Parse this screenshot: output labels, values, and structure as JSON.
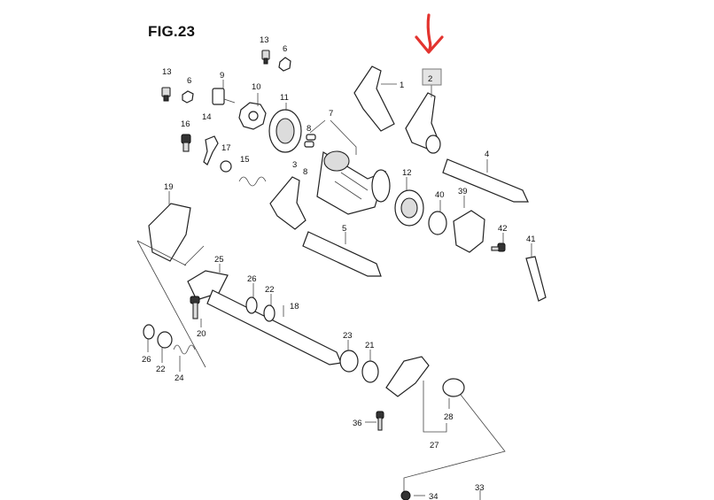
{
  "figure": {
    "title": "FIG.23",
    "highlighted_part": "2",
    "highlight_arrow_color": "#e3342f",
    "highlight_box_color": "#e4e4e4"
  },
  "callouts": [
    {
      "id": "c13a",
      "label": "13"
    },
    {
      "id": "c6a",
      "label": "6"
    },
    {
      "id": "c13b",
      "label": "13"
    },
    {
      "id": "c6b",
      "label": "6"
    },
    {
      "id": "c9",
      "label": "9"
    },
    {
      "id": "c10",
      "label": "10"
    },
    {
      "id": "c11",
      "label": "11"
    },
    {
      "id": "c7",
      "label": "7"
    },
    {
      "id": "c1",
      "label": "1"
    },
    {
      "id": "c2",
      "label": "2"
    },
    {
      "id": "c16",
      "label": "16"
    },
    {
      "id": "c14",
      "label": "14"
    },
    {
      "id": "c17",
      "label": "17"
    },
    {
      "id": "c15",
      "label": "15"
    },
    {
      "id": "c8a",
      "label": "8"
    },
    {
      "id": "c8b",
      "label": "8"
    },
    {
      "id": "c3",
      "label": "3"
    },
    {
      "id": "c4",
      "label": "4"
    },
    {
      "id": "c12",
      "label": "12"
    },
    {
      "id": "c40",
      "label": "40"
    },
    {
      "id": "c39",
      "label": "39"
    },
    {
      "id": "c19",
      "label": "19"
    },
    {
      "id": "c5",
      "label": "5"
    },
    {
      "id": "c42",
      "label": "42"
    },
    {
      "id": "c41",
      "label": "41"
    },
    {
      "id": "c25",
      "label": "25"
    },
    {
      "id": "c26a",
      "label": "26"
    },
    {
      "id": "c22a",
      "label": "22"
    },
    {
      "id": "c18",
      "label": "18"
    },
    {
      "id": "c20",
      "label": "20"
    },
    {
      "id": "c23",
      "label": "23"
    },
    {
      "id": "c21",
      "label": "21"
    },
    {
      "id": "c26b",
      "label": "26"
    },
    {
      "id": "c22b",
      "label": "22"
    },
    {
      "id": "c24",
      "label": "24"
    },
    {
      "id": "c36",
      "label": "36"
    },
    {
      "id": "c28",
      "label": "28"
    },
    {
      "id": "c27",
      "label": "27"
    },
    {
      "id": "c34",
      "label": "34"
    },
    {
      "id": "c33",
      "label": "33"
    }
  ]
}
